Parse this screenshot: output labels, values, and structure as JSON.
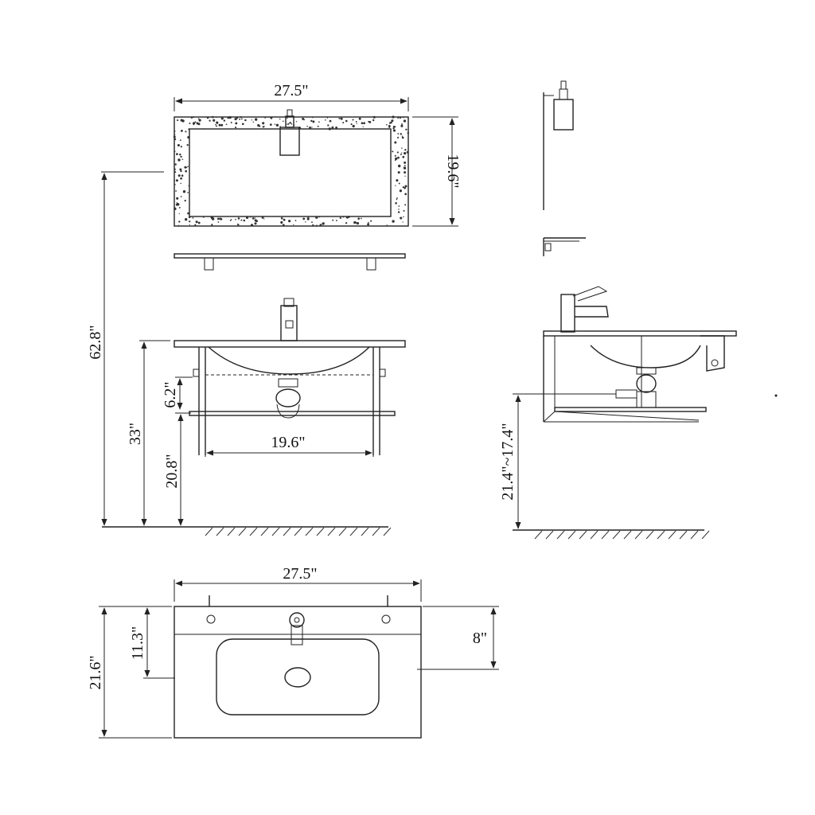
{
  "dimensions": {
    "mirror_width": "27.5\"",
    "mirror_height": "19.6\"",
    "overall_height": "62.8\"",
    "vanity_height": "33\"",
    "drawer_height": "6.2\"",
    "shelf_height": "20.8\"",
    "shelf_width": "19.6\"",
    "side_drain_height": "21.4\"~17.4\"",
    "top_width": "27.5\"",
    "top_depth": "21.6\"",
    "center_depth": "11.3\"",
    "faucet_offset": "8\""
  },
  "colors": {
    "line": "#222222",
    "background": "#ffffff"
  }
}
